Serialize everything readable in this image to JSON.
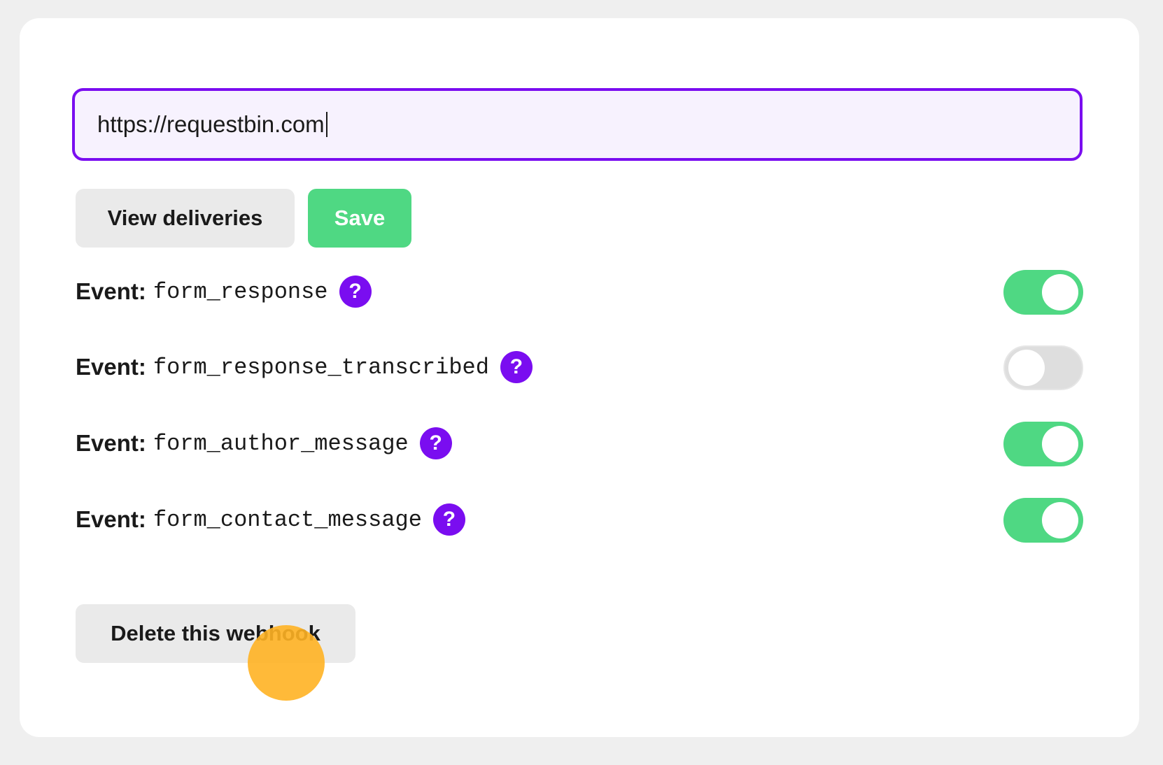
{
  "webhook": {
    "url_value": "https://requestbin.com",
    "view_deliveries_label": "View deliveries",
    "save_label": "Save",
    "delete_label": "Delete this webhook"
  },
  "events": [
    {
      "label": "Event:",
      "name": "form_response",
      "enabled": true
    },
    {
      "label": "Event:",
      "name": "form_response_transcribed",
      "enabled": false
    },
    {
      "label": "Event:",
      "name": "form_author_message",
      "enabled": true
    },
    {
      "label": "Event:",
      "name": "form_contact_message",
      "enabled": true
    }
  ],
  "help_glyph": "?",
  "icons": {
    "help": "question-circle-icon",
    "click_marker": "click-indicator"
  },
  "colors": {
    "accent": "#7a0df0",
    "success": "#4fd883",
    "input_bg": "#f7f2fe",
    "secondary_bg": "#eaeaea",
    "toggle_off": "#dedede",
    "click_indicator": "#ffb224"
  }
}
